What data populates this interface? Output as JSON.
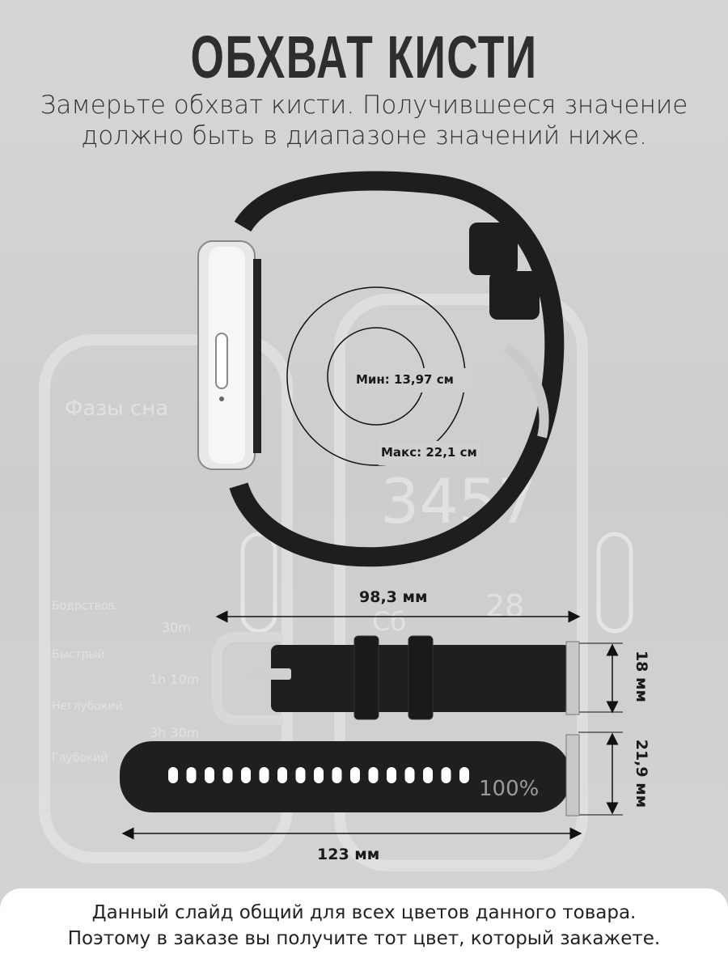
{
  "header": {
    "title": "ОБХВАТ КИСТИ",
    "subtitle_line1": "Замерьте обхват кисти. Получившееся значение",
    "subtitle_line2": "должно быть в диапазоне значений ниже."
  },
  "circumference": {
    "min_label": "Мин: 13,97 см",
    "max_label": "Макс: 22,1 см"
  },
  "dimensions": {
    "short_strap_length": "98,3 мм",
    "strap_width": "18 мм",
    "connector_width": "21,9 мм",
    "long_strap_length": "123 мм"
  },
  "background_screen": {
    "title": "Фазы сна",
    "stages": [
      {
        "name": "Бодрствов.",
        "time": "30m"
      },
      {
        "name": "Быстрый",
        "time": "1h 10m"
      },
      {
        "name": "Неглубокий",
        "time": "3h 30m"
      },
      {
        "name": "Глубокий",
        "time": ""
      }
    ],
    "steps": "3457",
    "day": "Сб",
    "date": "28",
    "battery": "100%"
  },
  "footer": {
    "line1": "Данный слайд общий для всех цветов данного товара.",
    "line2": "Поэтому в заказе вы получите тот цвет, который закажете."
  },
  "colors": {
    "strap": "#1e1e1e",
    "text": "#2e2e2e",
    "background": "#d0d0d0"
  }
}
